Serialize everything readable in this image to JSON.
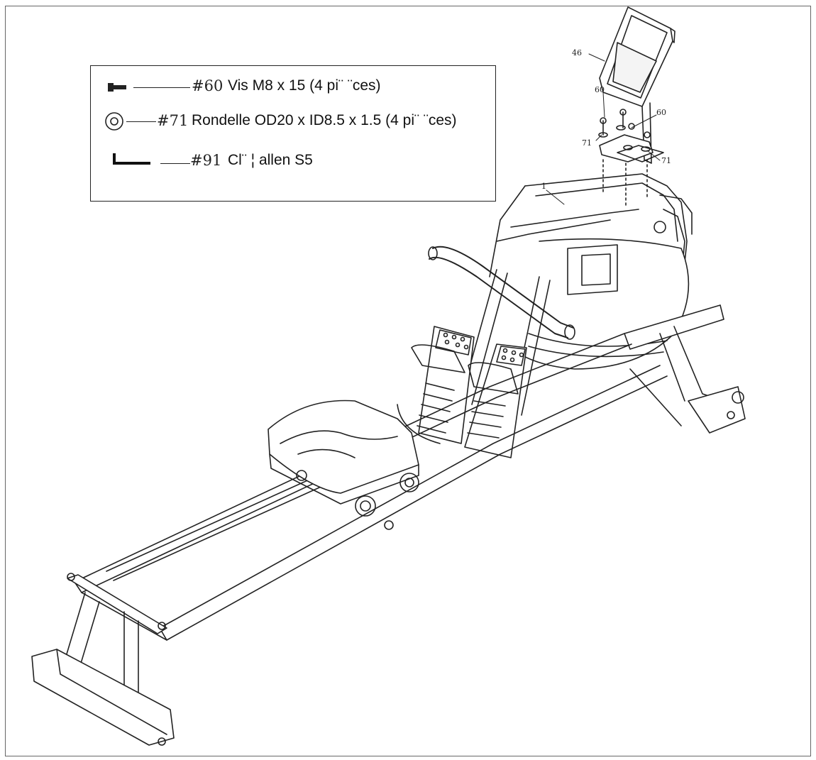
{
  "parts_legend": {
    "items": [
      {
        "icon": "bolt-icon",
        "number": "#60",
        "description": "Vis M8 x 15 (4 pi¨ ¨ces)"
      },
      {
        "icon": "washer-icon",
        "number": "#71",
        "description": "Rondelle OD20 x ID8.5 x 1.5 (4 pi¨ ¨ces)"
      },
      {
        "icon": "allen-key-icon",
        "number": "#91",
        "description": "Cl¨ ¦ allen S5"
      }
    ]
  },
  "callouts": {
    "console": "46",
    "bolt_left": "60",
    "bolt_right": "60",
    "washer_left": "71",
    "washer_right": "71",
    "main_frame": "1"
  }
}
